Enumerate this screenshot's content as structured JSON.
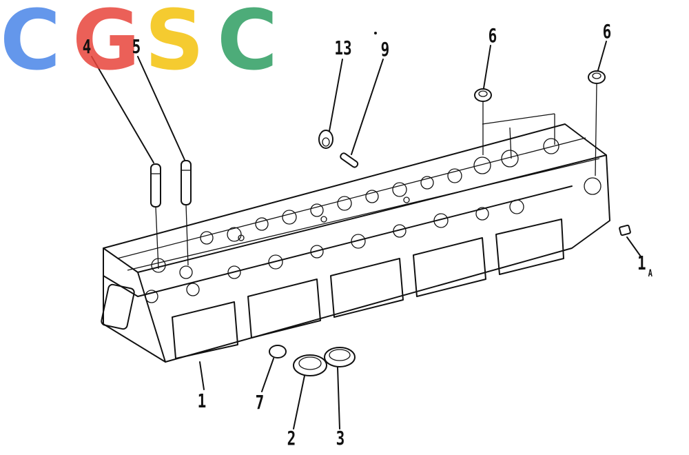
{
  "diagram": {
    "callouts": [
      {
        "id": "4",
        "label": "4"
      },
      {
        "id": "5",
        "label": "5"
      },
      {
        "id": "13",
        "label": "13"
      },
      {
        "id": "9",
        "label": "9"
      },
      {
        "id": "6a",
        "label": "6"
      },
      {
        "id": "6b",
        "label": "6"
      },
      {
        "id": "1A",
        "label": "1",
        "sub": "A"
      },
      {
        "id": "1",
        "label": "1"
      },
      {
        "id": "7",
        "label": "7"
      },
      {
        "id": "2",
        "label": "2"
      },
      {
        "id": "3",
        "label": "3"
      }
    ],
    "watermark": {
      "letters": [
        "C",
        "G",
        "S",
        "C"
      ],
      "colors": [
        "#4a86e8",
        "#e8453c",
        "#f4c20d",
        "#2e9e62"
      ]
    }
  }
}
